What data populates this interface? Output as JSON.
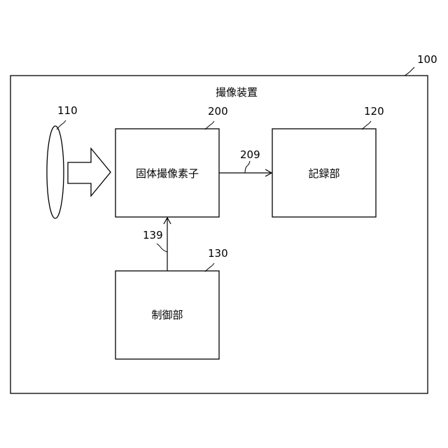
{
  "device": {
    "ref": "100",
    "title": "撮像装置"
  },
  "lens": {
    "ref": "110"
  },
  "blocks": {
    "sensor": {
      "ref": "200",
      "label": "固体撮像素子"
    },
    "recorder": {
      "ref": "120",
      "label": "記録部"
    },
    "controller": {
      "ref": "130",
      "label": "制御部"
    }
  },
  "signals": {
    "sensor_to_recorder": "209",
    "controller_to_sensor": "139"
  }
}
